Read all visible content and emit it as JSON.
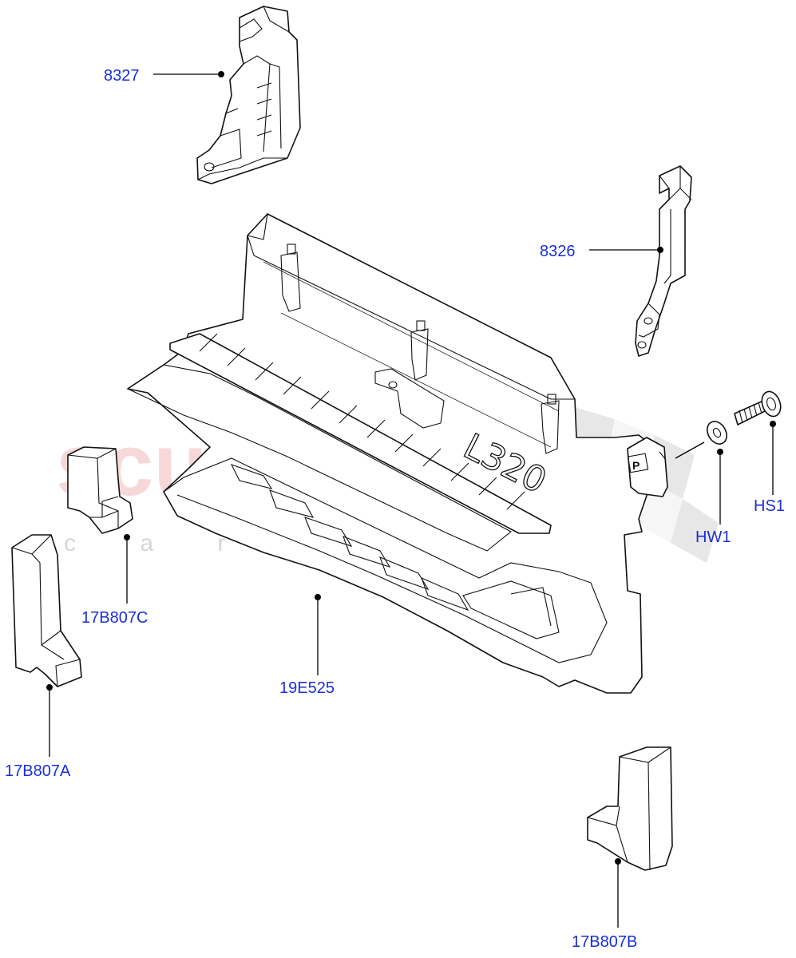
{
  "watermark": {
    "brand": "scuderia",
    "tagline": "c a r   p a r t s"
  },
  "embossed_text": "L320",
  "clip_letter": "P",
  "callouts": [
    {
      "id": "8327",
      "label": "8327"
    },
    {
      "id": "8326",
      "label": "8326"
    },
    {
      "id": "HS1",
      "label": "HS1"
    },
    {
      "id": "HW1",
      "label": "HW1"
    },
    {
      "id": "17B807C",
      "label": "17B807C"
    },
    {
      "id": "17B807A",
      "label": "17B807A"
    },
    {
      "id": "19E525",
      "label": "19E525"
    },
    {
      "id": "17B807B",
      "label": "17B807B"
    }
  ],
  "colors": {
    "label": "#1b2fd6",
    "line": "#000000",
    "watermark": "#f2b9b9"
  }
}
